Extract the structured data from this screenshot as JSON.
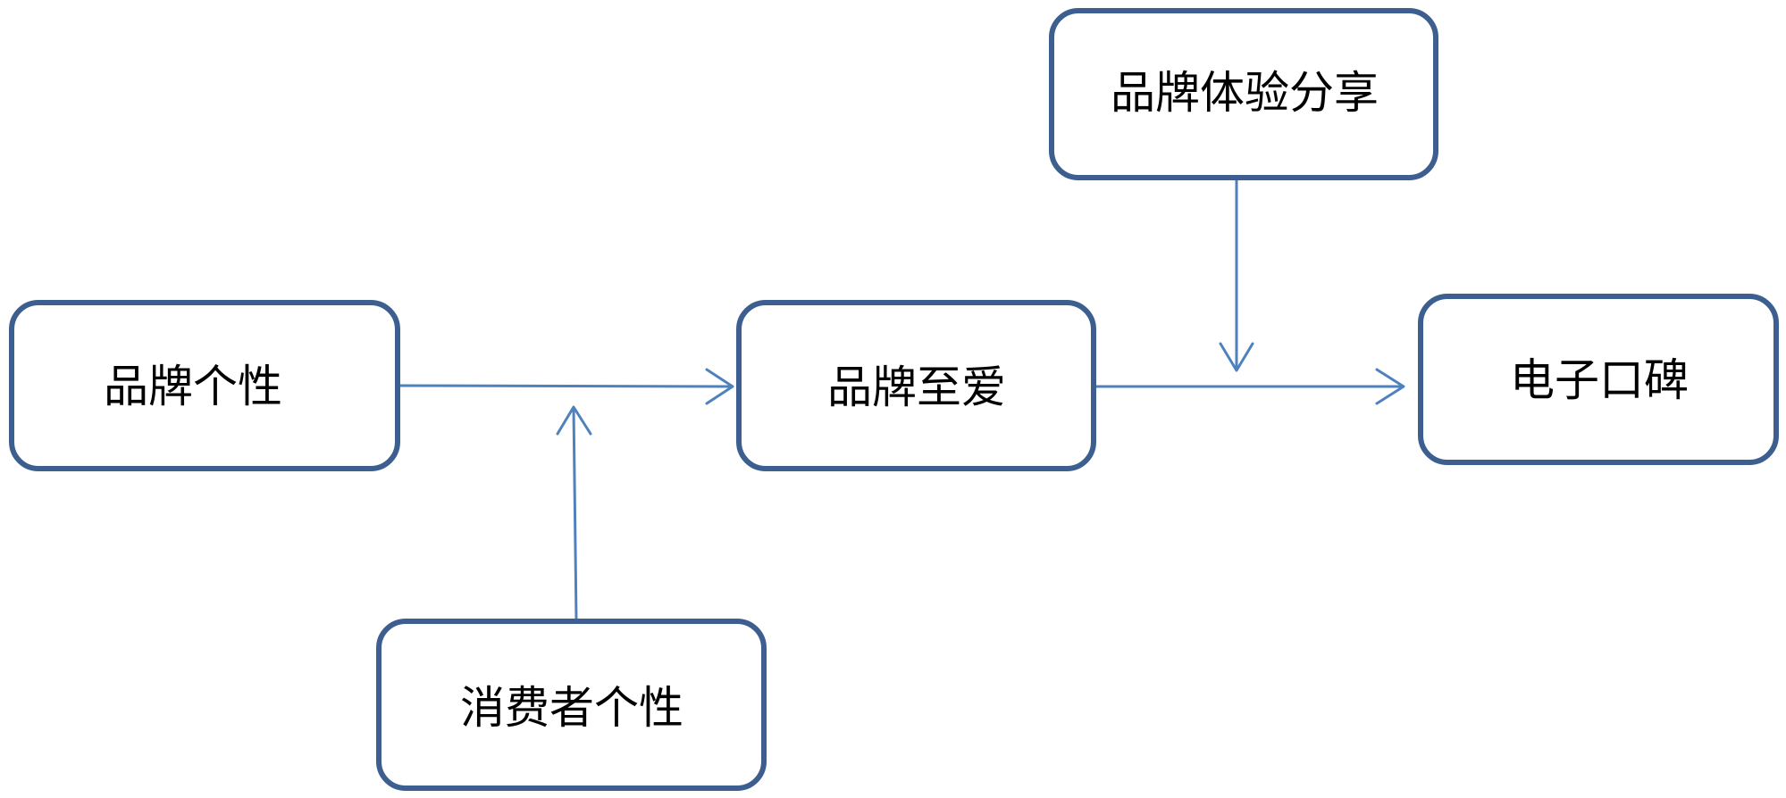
{
  "diagram": {
    "nodes": {
      "brand_personality": "品牌个性",
      "consumer_personality": "消费者个性",
      "brand_love": "品牌至爱",
      "brand_experience_sharing": "品牌体验分享",
      "ewom": "电子口碑"
    }
  },
  "colors": {
    "box_border": "#3c5f8f",
    "arrow": "#4f81bd",
    "text": "#000000",
    "background": "#ffffff"
  }
}
